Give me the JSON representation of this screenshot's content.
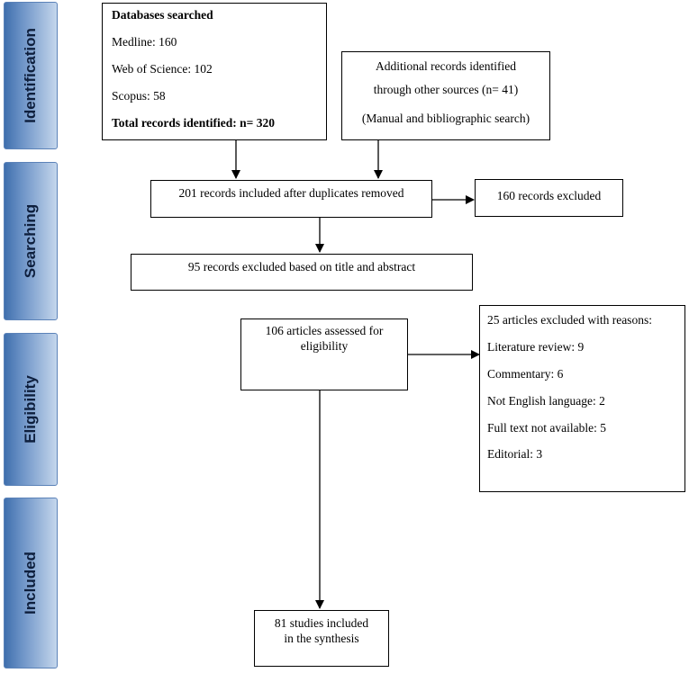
{
  "stages": {
    "identification": "Identification",
    "searching": "Searching",
    "eligibility": "Eligibility",
    "included": "Included"
  },
  "databases": {
    "heading": "Databases searched",
    "medline": "Medline: 160",
    "wos": "Web of Science: 102",
    "scopus": "Scopus: 58",
    "total": "Total records identified: n= 320"
  },
  "additional": {
    "line1": "Additional records identified",
    "line2": "through other sources (n= 41)",
    "line3": "(Manual and bibliographic search)"
  },
  "after_duplicates": "201 records included after duplicates removed",
  "records_excluded": "160 records excluded",
  "title_abstract": "95 records excluded based on title and abstract",
  "assessed": {
    "line1": "106 articles assessed for",
    "line2": "eligibility"
  },
  "exclusions": {
    "heading": "25 articles excluded with reasons:",
    "items": [
      "Literature review: 9",
      "Commentary: 6",
      "Not English language: 2",
      "Full text not available: 5",
      "Editorial: 3"
    ]
  },
  "included_box": {
    "line1": "81 studies included",
    "line2": "in the synthesis"
  },
  "colors": {
    "stage_dark": "#3f6fad",
    "stage_light": "#c4d6ec",
    "stage_border": "#5b82b8"
  }
}
